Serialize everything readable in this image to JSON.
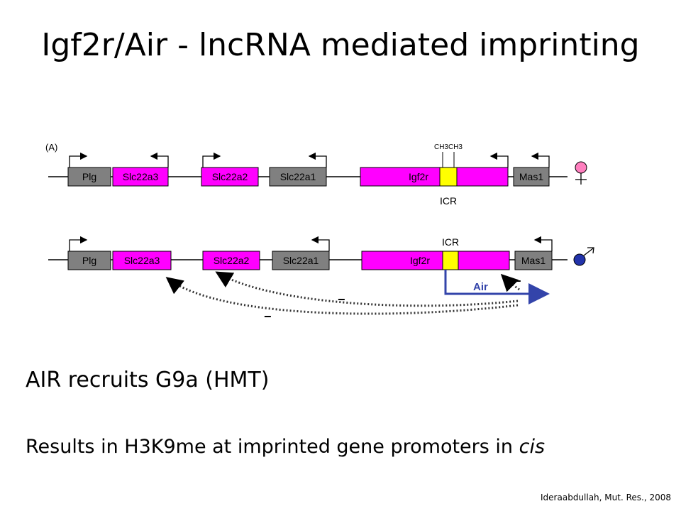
{
  "title": "Igf2r/Air - lncRNA mediated imprinting",
  "figure": {
    "panel_label": "(A)",
    "maternal": {
      "genes": [
        "Plg",
        "Slc22a3",
        "Slc22a2",
        "Slc22a1",
        "Igf2r",
        "Mas1"
      ],
      "methyl_label": "CH3CH3",
      "icr_label": "ICR",
      "symbol": "♀"
    },
    "paternal": {
      "genes": [
        "Plg",
        "Slc22a3",
        "Slc22a2",
        "Slc22a1",
        "Igf2r",
        "Mas1"
      ],
      "icr_label": "ICR",
      "air_label": "Air",
      "repress_labels": [
        "−",
        "−",
        "−"
      ],
      "symbol": "♂"
    },
    "colors": {
      "gray_gene": "#808080",
      "magenta_gene": "#ff00ff",
      "icr": "#ffff00",
      "air_arrow": "#3344aa",
      "female": "#ff7fbf",
      "male": "#2233aa"
    }
  },
  "bullets": {
    "line1": "AIR recruits G9a (HMT)",
    "line2_prefix": "Results in H3K9me at imprinted gene promoters in ",
    "line2_em": "cis"
  },
  "citation": "Ideraabdullah, Mut. Res., 2008"
}
